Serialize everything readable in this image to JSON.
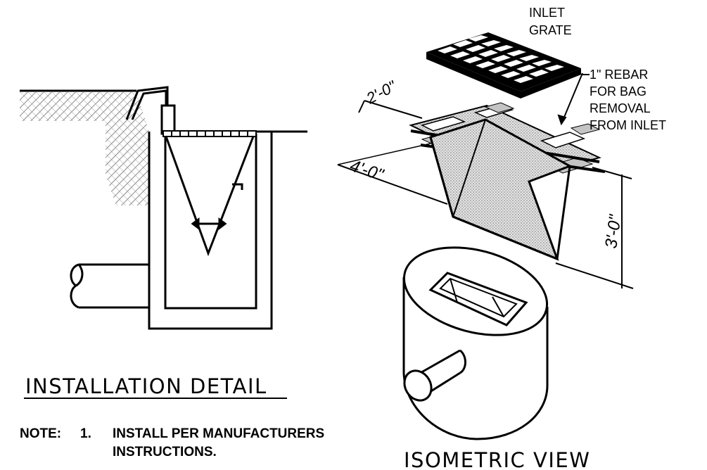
{
  "labels": {
    "inlet_grate_line1": "INLET",
    "inlet_grate_line2": "GRATE",
    "rebar_line1": "1\" REBAR",
    "rebar_line2": "FOR BAG",
    "rebar_line3": "REMOVAL",
    "rebar_line4": "FROM INLET",
    "dim_width": "2'-0\"",
    "dim_length": "4'-0\"",
    "dim_depth": "3'-0\""
  },
  "titles": {
    "installation": "INSTALLATION DETAIL",
    "isometric": "ISOMETRIC VIEW"
  },
  "note": {
    "prefix": "NOTE:",
    "number": "1.",
    "line1": "INSTALL PER MANUFACTURERS",
    "line2": "INSTRUCTIONS."
  },
  "colors": {
    "ink": "#000000",
    "hatch_fill": "#d9d9d9",
    "bag_fill": "#cfcfcf",
    "background": "#ffffff"
  }
}
